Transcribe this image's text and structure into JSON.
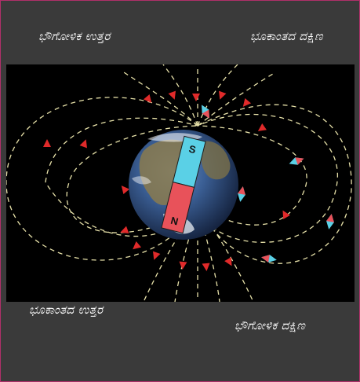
{
  "labels": {
    "geographic_north": "ಭೌಗೋಳಿಕ ಉತ್ತರ",
    "magnetic_south": "ಭೂಕಾಂತದ ದಕ್ಷಿಣ",
    "magnetic_north": "ಭೂಕಾಂತದ ಉತ್ತರ",
    "geographic_south": "ಭೌಗೋಳಿಕ ದಕ್ಷಿಣ"
  },
  "magnet": {
    "south_pole_letter": "S",
    "north_pole_letter": "N",
    "south_color": "#5ad0e6",
    "north_color": "#e8525a"
  },
  "colors": {
    "background": "#3a3a3a",
    "field_panel": "#000000",
    "field_lines": "#e6e0a8",
    "arrows": "#e02a2a"
  }
}
